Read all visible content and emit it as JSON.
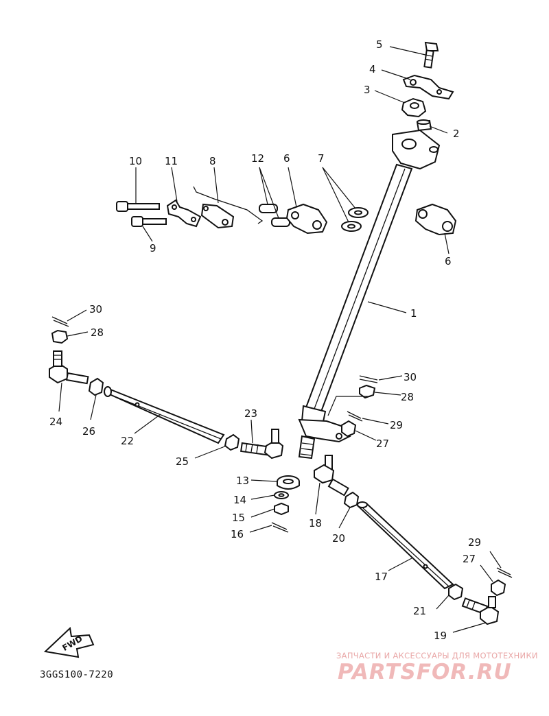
{
  "diagram_code": "3GGS100-7220",
  "fwd_label": "FWD",
  "watermark": {
    "tagline": "ЗАПЧАСТИ И АКСЕССУАРЫ ДЛЯ МОТОТЕХНИКИ",
    "logo": "PARTSFOR.RU"
  },
  "callouts": [
    "5",
    "4",
    "3",
    "2",
    "10",
    "11",
    "8",
    "12",
    "6",
    "7",
    "9",
    "6",
    "1",
    "30",
    "28",
    "30",
    "28",
    "29",
    "27",
    "24",
    "26",
    "22",
    "23",
    "25",
    "13",
    "14",
    "15",
    "16",
    "18",
    "20",
    "17",
    "29",
    "27",
    "21",
    "19"
  ]
}
